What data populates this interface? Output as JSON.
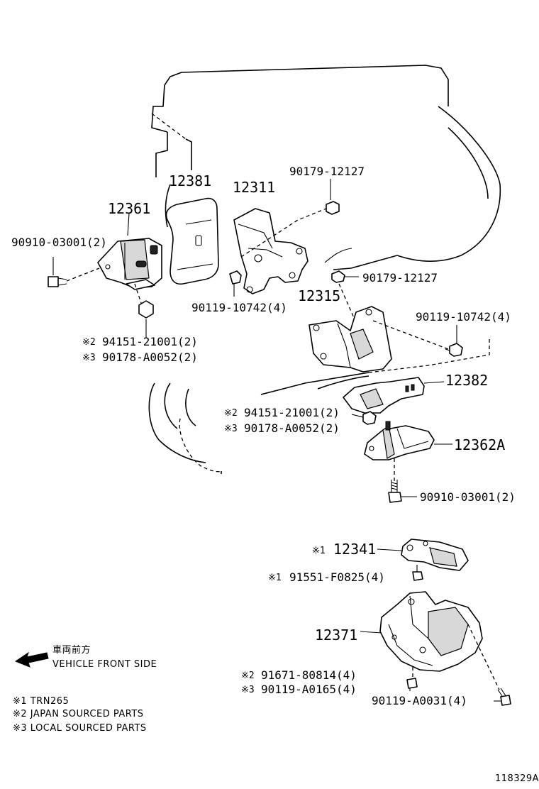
{
  "labels": {
    "p12381": "12381",
    "p12311": "12311",
    "p12361": "12361",
    "p90179a": "90179-12127",
    "p90910a": "90910-03001(2)",
    "p90179b": "90179-12127",
    "p90119a": "90119-10742(4)",
    "p12315": "12315",
    "p90119b": "90119-10742(4)",
    "p94151a_mark": "※2",
    "p94151a": "94151-21001(2)",
    "p90178a_mark": "※3",
    "p90178a": "90178-A0052(2)",
    "p12382": "12382",
    "p94151b_mark": "※2",
    "p94151b": "94151-21001(2)",
    "p90178b_mark": "※3",
    "p90178b": "90178-A0052(2)",
    "p12362a": "12362A",
    "p90910b": "90910-03001(2)",
    "p12341_mark": "※1",
    "p12341": "12341",
    "p91551_mark": "※1",
    "p91551": "91551-F0825(4)",
    "p12371": "12371",
    "p91671_mark": "※2",
    "p91671": "91671-80814(4)",
    "p90119c_mark": "※3",
    "p90119c": "90119-A0165(4)",
    "p90119d": "90119-A0031(4)"
  },
  "legend": {
    "front_jp": "車両前方",
    "front_en": "VEHICLE FRONT SIDE",
    "note1": "※1 TRN265",
    "note2": "※2 JAPAN SOURCED PARTS",
    "note3": "※3 LOCAL SOURCED PARTS"
  },
  "figure_id": "118329A"
}
